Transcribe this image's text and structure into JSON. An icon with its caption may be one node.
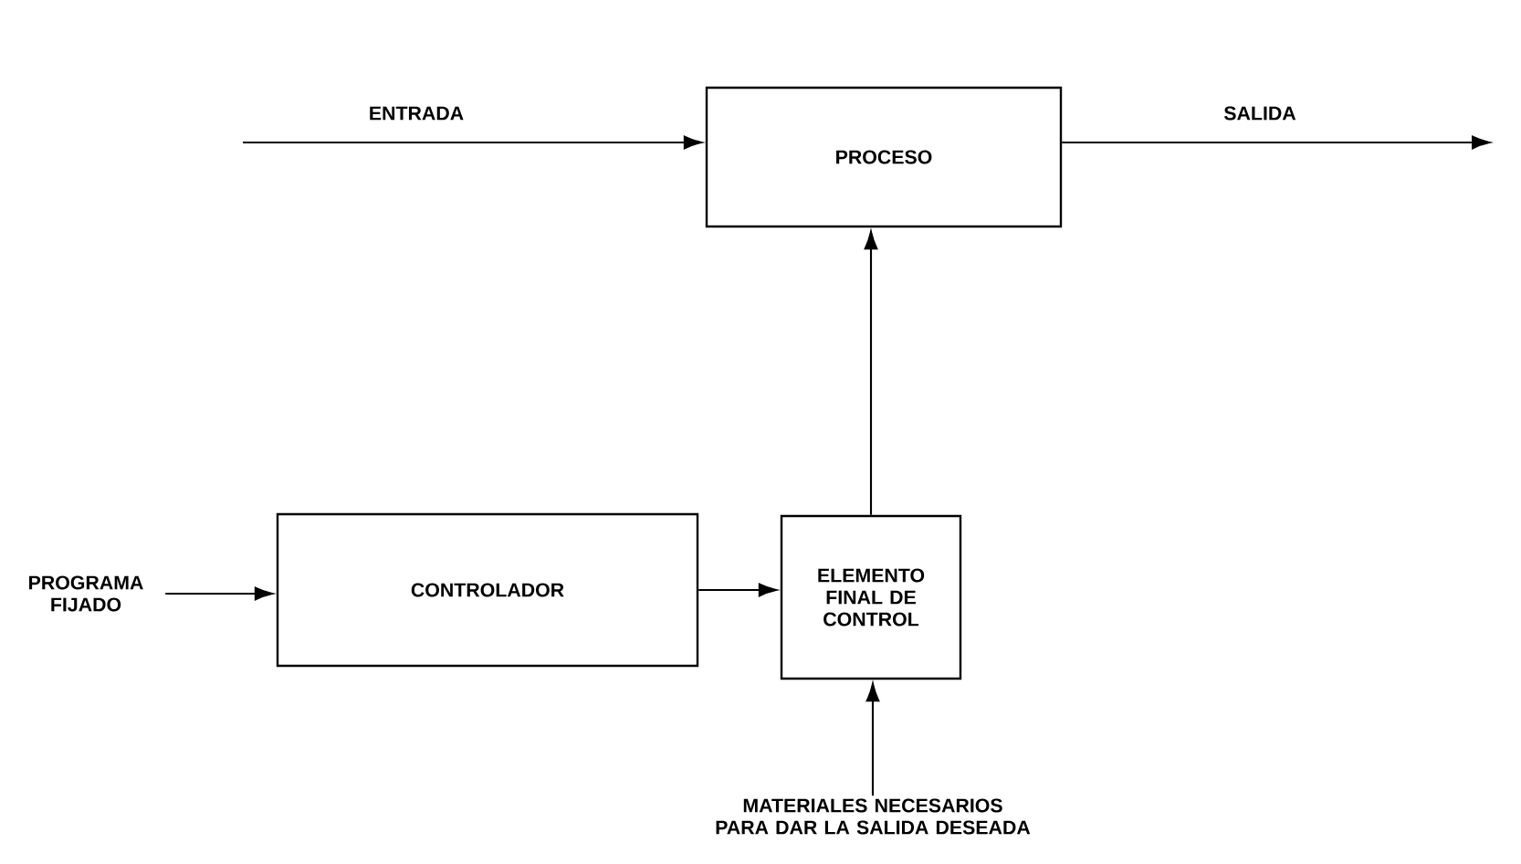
{
  "diagram": {
    "nodes": [
      {
        "text": [
          "PROCESO"
        ]
      },
      {
        "text": [
          "CONTROLADOR"
        ]
      },
      {
        "text": [
          "ELEMENTO FINAL DE CONTROL"
        ]
      },
      {
        "text": [
          "PROGRAMA FIJADO"
        ]
      },
      {
        "text": [
          "MATERIALES NECESARIOS PARA DAR LA SALIDA DESEADA"
        ]
      }
    ],
    "edges": [
      {
        "from": null,
        "to": 0,
        "arrow": "to",
        "label": "ENTRADA"
      },
      {
        "from": 0,
        "to": null,
        "arrow": "to",
        "label": "SALIDA"
      },
      {
        "from": 3,
        "to": 1,
        "arrow": "to"
      },
      {
        "from": 1,
        "to": 2,
        "arrow": "to"
      },
      {
        "from": 2,
        "to": 0,
        "arrow": "to"
      },
      {
        "from": 4,
        "to": 2,
        "arrow": "to"
      }
    ]
  }
}
